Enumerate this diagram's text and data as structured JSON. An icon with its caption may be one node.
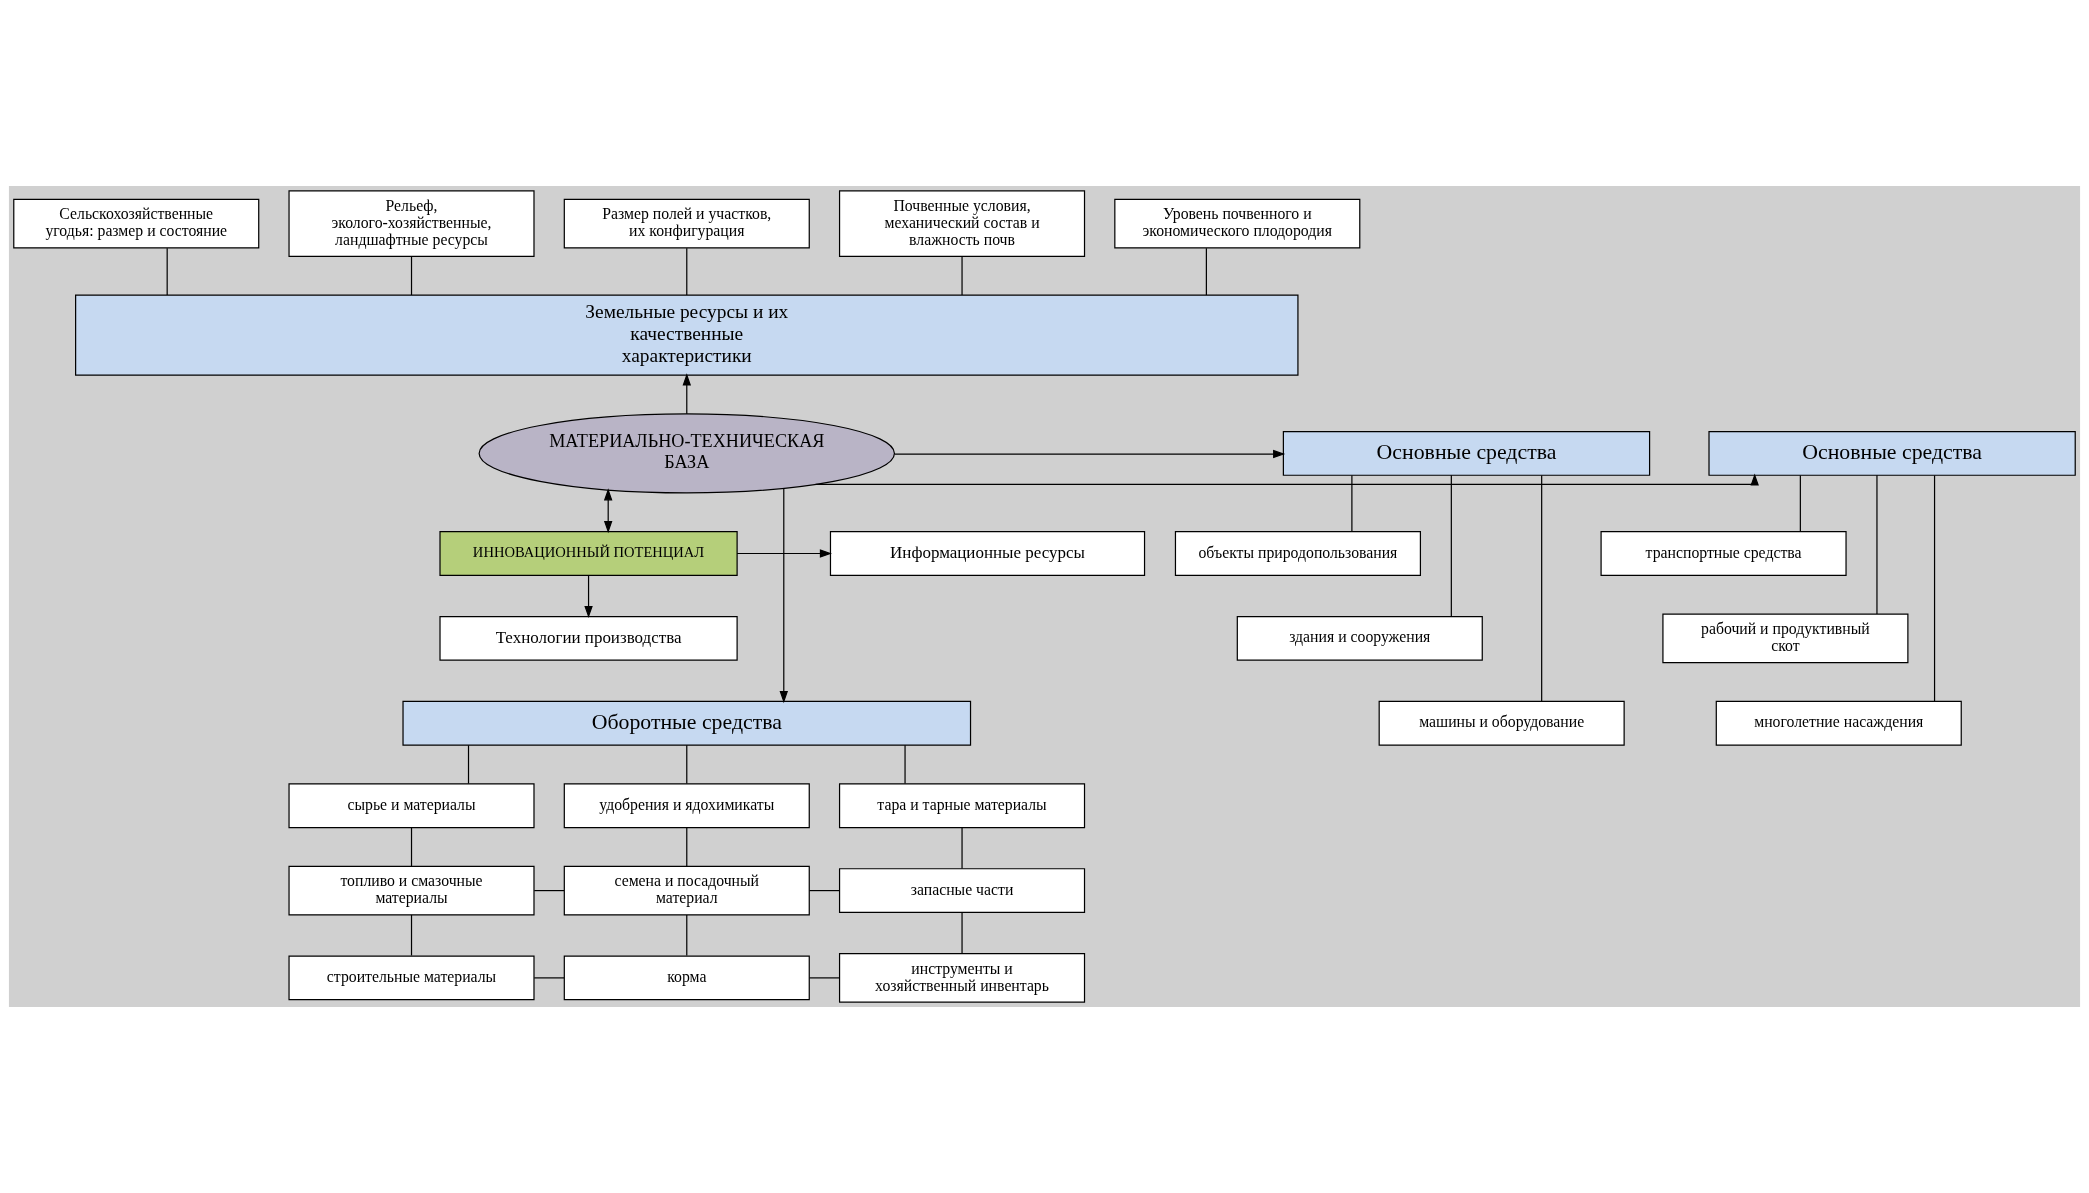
{
  "diagram": {
    "nodes": [
      {
        "text": [
          "Сельскохозяйственные угодья: размер и состояние"
        ]
      },
      {
        "text": [
          "Рельеф, эколого-хозяйственные, ландшафтные ресурсы"
        ]
      },
      {
        "text": [
          "Размер полей и участков, их конфигурация"
        ]
      },
      {
        "text": [
          "Почвенные условия, механический состав и влажность почв"
        ]
      },
      {
        "text": [
          "Уровень почвенного и экономического плодородия"
        ]
      },
      {
        "text": [
          "Земельные ресурсы и их качественные характеристики"
        ]
      },
      {
        "text": [
          "Основные средства"
        ]
      },
      {
        "text": [
          "МАТЕРИАЛЬНО-ТЕХНИЧЕСКАЯ БАЗА"
        ]
      },
      {
        "text": [
          "Основные средства"
        ]
      },
      {
        "text": [
          "объекты природопользования"
        ]
      },
      {
        "text": [
          "здания и сооружения"
        ]
      },
      {
        "text": [
          "машины и оборудование"
        ]
      },
      {
        "text": [
          "ИННОВАЦИОННЫЙ ПОТЕНЦИАЛ"
        ]
      },
      {
        "text": [
          "Информационные ресурсы"
        ]
      },
      {
        "text": [
          "Технологии производства"
        ]
      },
      {
        "text": [
          "транспортные средства"
        ]
      },
      {
        "text": [
          "рабочий и продуктивный скот"
        ]
      },
      {
        "text": [
          "многолетние насаждения"
        ]
      },
      {
        "text": [
          "Оборотные средства"
        ]
      },
      {
        "text": [
          "сырье и материалы"
        ]
      },
      {
        "text": [
          "удобрения и ядохимикаты"
        ]
      },
      {
        "text": [
          "тара и тарные материалы"
        ]
      },
      {
        "text": [
          "топливо и смазочные материалы"
        ]
      },
      {
        "text": [
          "семена и посадочный материал"
        ]
      },
      {
        "text": [
          "запасные части"
        ]
      },
      {
        "text": [
          "строительные материалы"
        ]
      },
      {
        "text": [
          "корма"
        ]
      },
      {
        "text": [
          "инструменты и хозяйственный инвентарь"
        ]
      }
    ],
    "edges": [
      {
        "from": 0,
        "to": 5,
        "arrow": "none"
      },
      {
        "from": 1,
        "to": 5,
        "arrow": "none"
      },
      {
        "from": 2,
        "to": 5,
        "arrow": "none"
      },
      {
        "from": 3,
        "to": 5,
        "arrow": "none"
      },
      {
        "from": 4,
        "to": 5,
        "arrow": "none"
      },
      {
        "from": 7,
        "to": 5,
        "arrow": "to"
      },
      {
        "from": 7,
        "to": 6,
        "arrow": "to"
      },
      {
        "from": 7,
        "to": 8,
        "arrow": "to"
      },
      {
        "from": 7,
        "to": 12,
        "arrow": "both"
      },
      {
        "from": 12,
        "to": 13,
        "arrow": "to"
      },
      {
        "from": 12,
        "to": 14,
        "arrow": "to"
      },
      {
        "from": 7,
        "to": 18,
        "arrow": "to"
      },
      {
        "from": 6,
        "to": 9,
        "arrow": "none"
      },
      {
        "from": 6,
        "to": 10,
        "arrow": "none"
      },
      {
        "from": 6,
        "to": 11,
        "arrow": "none"
      },
      {
        "from": 8,
        "to": 15,
        "arrow": "none"
      },
      {
        "from": 8,
        "to": 16,
        "arrow": "none"
      },
      {
        "from": 8,
        "to": 17,
        "arrow": "none"
      },
      {
        "from": 18,
        "to": 19,
        "arrow": "none"
      },
      {
        "from": 18,
        "to": 20,
        "arrow": "none"
      },
      {
        "from": 18,
        "to": 21,
        "arrow": "none"
      },
      {
        "from": 19,
        "to": 22,
        "arrow": "none"
      },
      {
        "from": 20,
        "to": 23,
        "arrow": "none"
      },
      {
        "from": 21,
        "to": 24,
        "arrow": "none"
      },
      {
        "from": 22,
        "to": 25,
        "arrow": "none"
      },
      {
        "from": 23,
        "to": 26,
        "arrow": "none"
      },
      {
        "from": 24,
        "to": 27,
        "arrow": "none"
      },
      {
        "from": 22,
        "to": 23,
        "arrow": "none"
      },
      {
        "from": 23,
        "to": 24,
        "arrow": "none"
      },
      {
        "from": 25,
        "to": 26,
        "arrow": "none"
      },
      {
        "from": 26,
        "to": 27,
        "arrow": "none"
      }
    ]
  }
}
